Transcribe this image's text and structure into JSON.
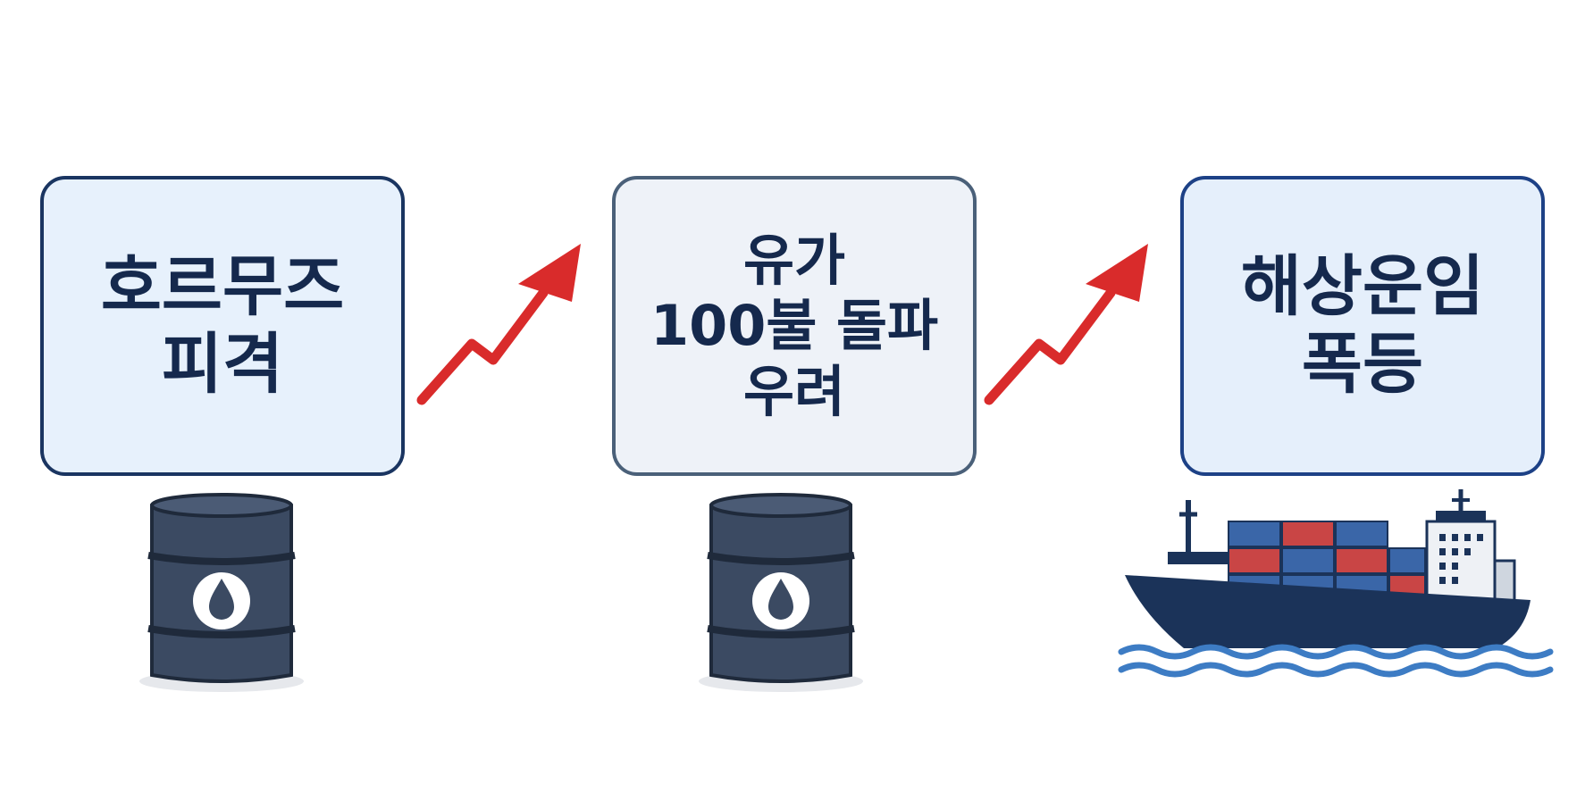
{
  "steps": [
    {
      "lines": [
        "호르무즈",
        "피격"
      ],
      "icon": "oil-barrel-icon"
    },
    {
      "lines": [
        "유가",
        "100불 돌파",
        "우려"
      ],
      "icon": "oil-barrel-icon"
    },
    {
      "lines": [
        "해상운임",
        "폭등"
      ],
      "icon": "container-ship-icon"
    }
  ],
  "connectors": [
    {
      "icon": "rising-arrow-icon",
      "color": "#d92b2b"
    },
    {
      "icon": "rising-arrow-icon",
      "color": "#d92b2b"
    }
  ],
  "colors": {
    "box_text": "#15294d",
    "barrel": "#3b4a62",
    "ship_hull": "#1b3359",
    "container_blue": "#3a66a8",
    "container_red": "#c94545",
    "water": "#3d7cc4"
  }
}
